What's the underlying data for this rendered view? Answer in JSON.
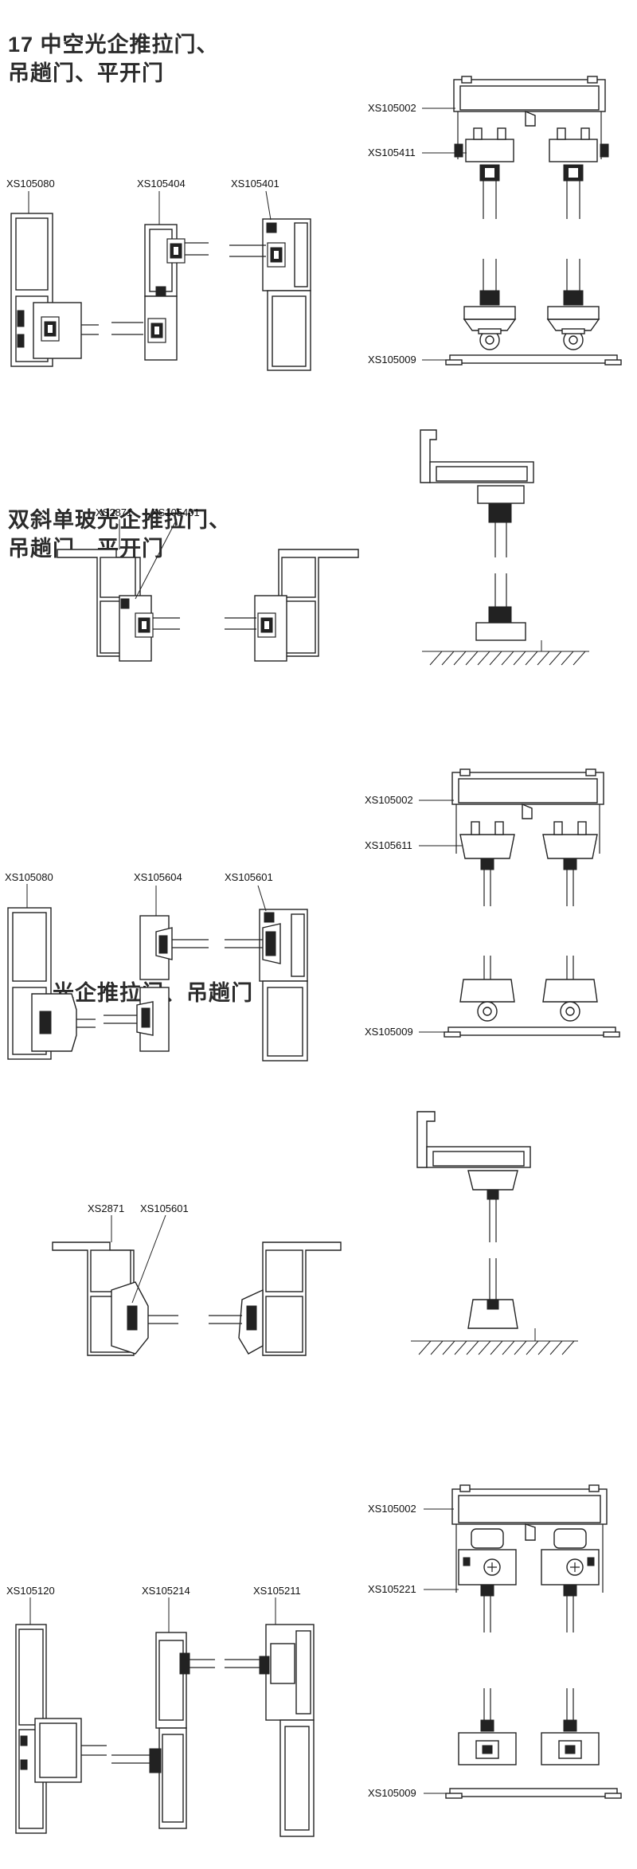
{
  "sections": [
    {
      "title_line1": "17 中空光企推拉门、",
      "title_line2": "吊趟门、平开门",
      "labels": {
        "top_rail": "XS105002",
        "leaf_profile": "XS105411",
        "bottom_rail": "XS105009",
        "frame": "XS105080",
        "mid_left": "XS105404",
        "mid_right": "XS105401",
        "lower_frame": "XS2871",
        "lower_leaf": "XS105401"
      }
    },
    {
      "title_line1": "双斜单玻光企推拉门、",
      "title_line2": "吊趟门、平开门",
      "labels": {
        "top_rail": "XS105002",
        "leaf_profile": "XS105611",
        "bottom_rail": "XS105009",
        "frame": "XS105080",
        "mid_left": "XS105604",
        "mid_right": "XS105601",
        "lower_frame": "XS2871",
        "lower_leaf": "XS105601"
      }
    },
    {
      "title_line1": "微缝光企推拉门、吊趟门",
      "title_line2": "",
      "labels": {
        "top_rail": "XS105002",
        "leaf_profile": "XS105221",
        "bottom_rail": "XS105009",
        "frame": "XS105120",
        "mid_left": "XS105214",
        "mid_right": "XS105211"
      }
    }
  ]
}
